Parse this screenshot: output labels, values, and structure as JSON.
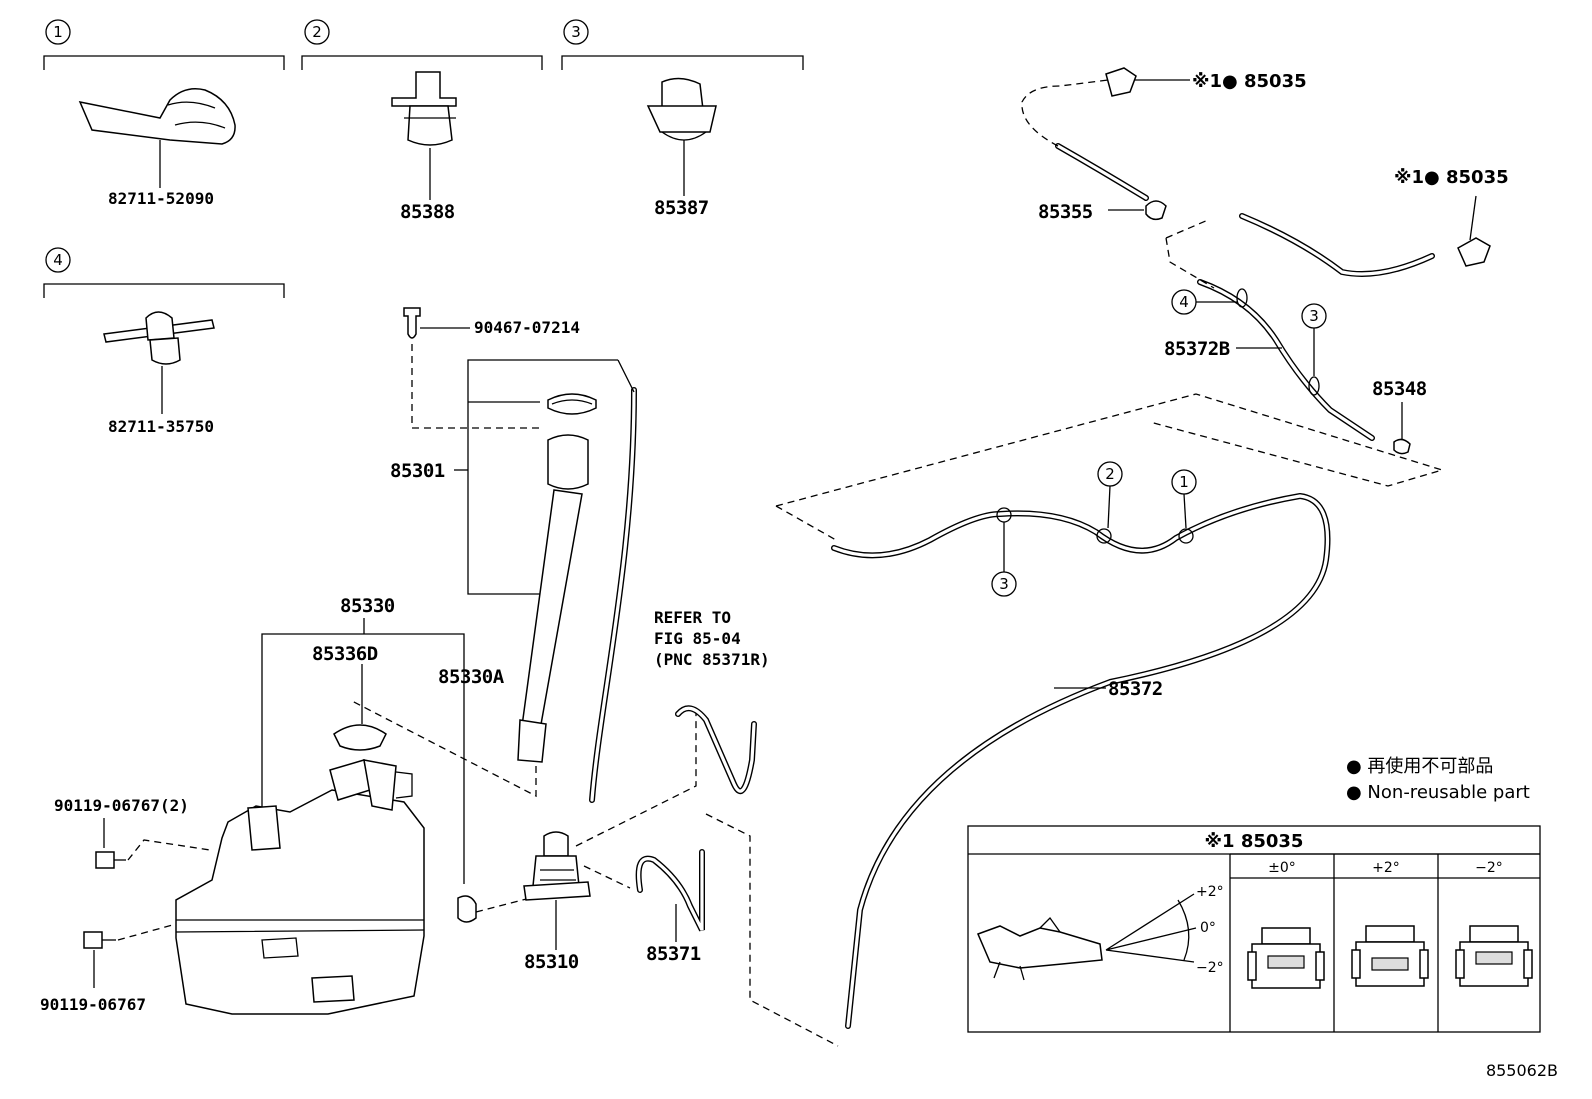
{
  "callouts": [
    "1",
    "2",
    "3",
    "4"
  ],
  "parts": {
    "p82711_52090": "82711-52090",
    "p85388": "85388",
    "p85387": "85387",
    "p82711_35750": "82711-35750",
    "p90467_07214": "90467-07214",
    "p85301": "85301",
    "p85330": "85330",
    "p85336D": "85336D",
    "p85330A": "85330A",
    "p90119_06767_2": "90119-06767(2)",
    "p90119_06767": "90119-06767",
    "p85310": "85310",
    "p85371": "85371",
    "p85372": "85372",
    "p85372B": "85372B",
    "p85348": "85348",
    "p85355": "85355",
    "p85035_a": "※1● 85035",
    "p85035_b": "※1● 85035"
  },
  "refer": {
    "line1": "REFER TO",
    "line2": "FIG 85-04",
    "line3": "(PNC 85371R)"
  },
  "legend": {
    "jp": "● 再使用不可部品",
    "en": "● Non-reusable part"
  },
  "inset": {
    "title": "※1 85035",
    "col1": "±0°",
    "col2": "+2°",
    "col3": "−2°",
    "angle_plus": "+2°",
    "angle_zero": "0°",
    "angle_minus": "−2°"
  },
  "figure_id": "855062B"
}
